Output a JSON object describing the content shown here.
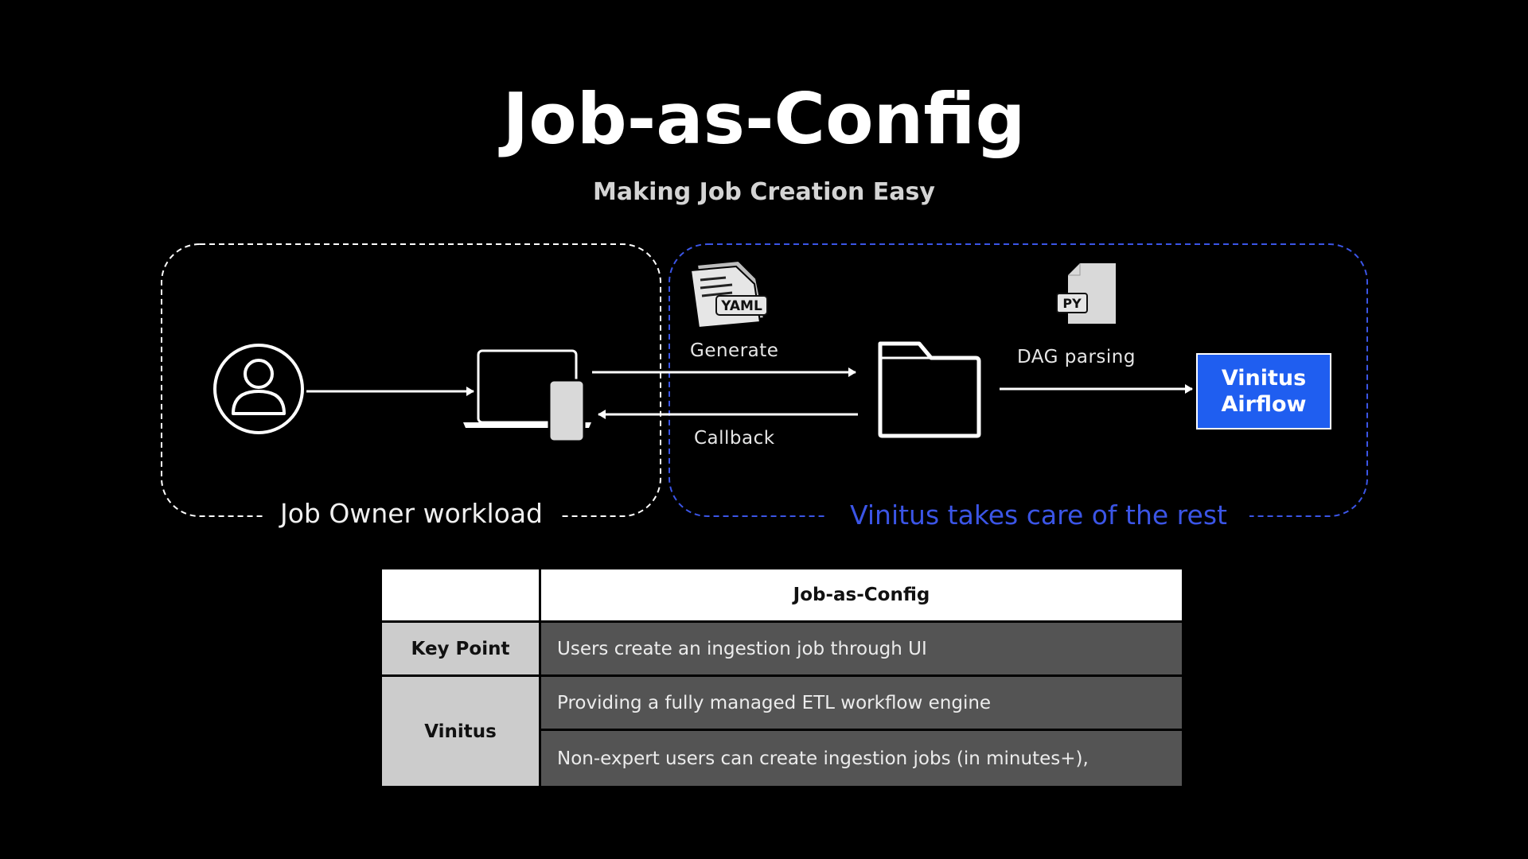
{
  "title": "Job-as-Config",
  "subtitle": "Making Job Creation Easy",
  "groups": {
    "left_label": "Job Owner workload",
    "right_label": "Vinitus takes care of the rest"
  },
  "icons": {
    "yaml_badge": "YAML",
    "py_badge": "PY"
  },
  "edges": {
    "generate": "Generate",
    "callback": "Callback",
    "dag_parsing": "DAG parsing"
  },
  "airflow": {
    "line1": "Vinitus",
    "line2": "Airflow"
  },
  "table": {
    "header": "Job-as-Config",
    "rows": [
      {
        "label": "Key Point",
        "text": "Users create an ingestion job through UI"
      },
      {
        "label": "Vinitus",
        "text": "Providing a fully managed ETL workflow engine"
      },
      {
        "label": "",
        "text": "Non-expert users can create ingestion jobs (in minutes+),"
      }
    ]
  },
  "colors": {
    "background": "#000000",
    "accent_blue": "#1f5ef0",
    "dashed_blue": "#3b55e6",
    "table_gray": "#545454",
    "table_light": "#cccccc"
  }
}
